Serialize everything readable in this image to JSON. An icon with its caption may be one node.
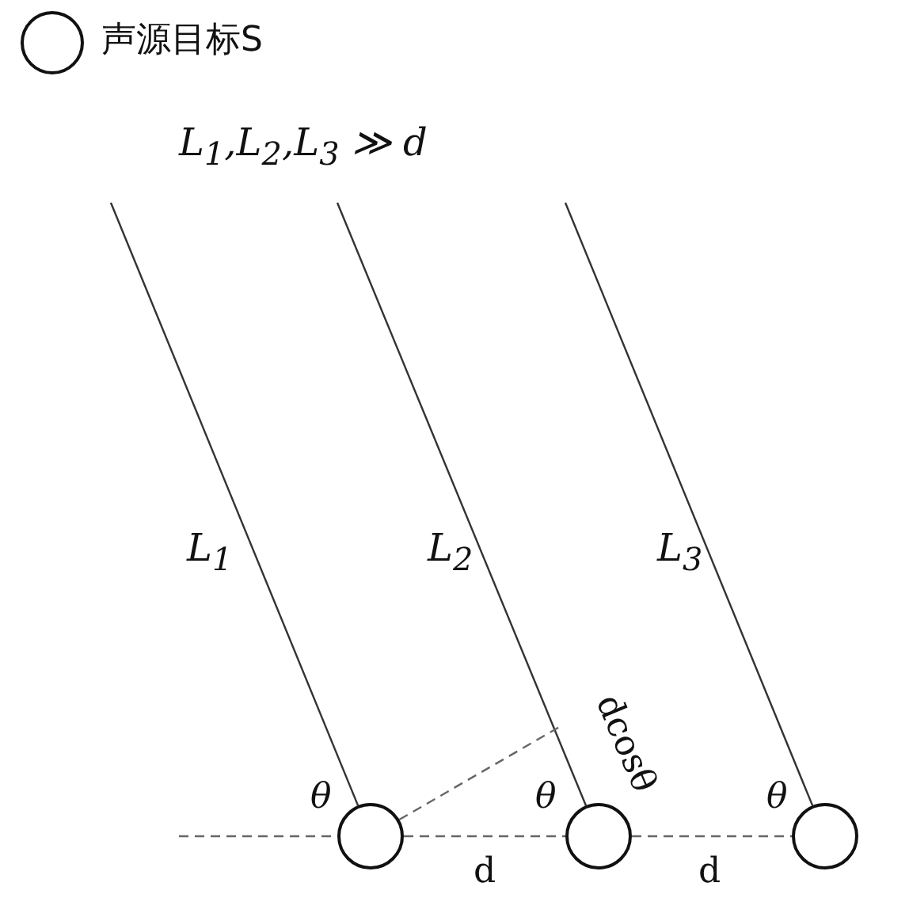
{
  "diagram": {
    "nodes": [
      {
        "text": [],
        "shape": "circle"
      },
      {
        "text": [],
        "shape": "circle"
      },
      {
        "text": [],
        "shape": "circle"
      }
    ],
    "edges": [
      {
        "from": null,
        "to": 0,
        "arrow": "none"
      },
      {
        "from": null,
        "to": 1,
        "arrow": "none"
      },
      {
        "from": null,
        "to": 2,
        "arrow": "none"
      },
      {
        "from": null,
        "to": 0,
        "arrow": "none",
        "style": "dashed"
      },
      {
        "from": 0,
        "to": 1,
        "arrow": "none",
        "style": "dashed"
      },
      {
        "from": 1,
        "to": 2,
        "arrow": "none",
        "style": "dashed"
      },
      {
        "from": 0,
        "to": null,
        "arrow": "none",
        "style": "dashed"
      }
    ],
    "labels": [
      "L$_{1}$,L$_{2}$,L$_{3}$ ≫ d",
      "L$_{1}$",
      "L$_{2}$",
      "L$_{3}$",
      "dcosθ",
      "θ",
      "θ",
      "θ",
      "d",
      "d"
    ],
    "legend": [
      {
        "text": "声源目标S"
      }
    ]
  }
}
